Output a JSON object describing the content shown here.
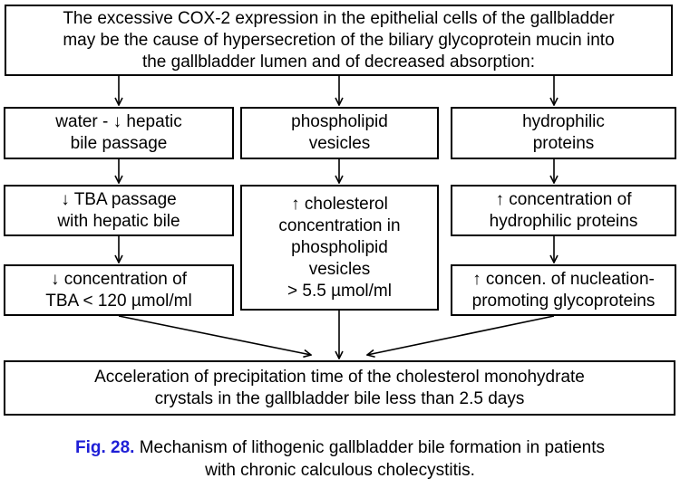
{
  "title_box": {
    "line1": "The excessive COX-2 expression in the epithelial cells of the gallbladder",
    "line2": "may be the cause of hypersecretion of the biliary glycoprotein mucin into",
    "line3": "the gallbladder lumen and of decreased absorption:"
  },
  "columns": [
    {
      "header": {
        "line1": "water - ↓ hepatic",
        "line2": "bile passage"
      },
      "step1": {
        "line1": "↓ TBA passage",
        "line2": "with hepatic bile"
      },
      "step2": {
        "line1": "↓ concentration of",
        "line2": "TBA < 120 µmol/ml"
      }
    },
    {
      "header": {
        "line1": "phospholipid",
        "line2": "vesicles"
      },
      "step1": {
        "line1": "↑ cholesterol",
        "line2": "concentration in",
        "line3": "phospholipid",
        "line4": "vesicles",
        "line5": "> 5.5 µmol/ml"
      }
    },
    {
      "header": {
        "line1": "hydrophilic",
        "line2": "proteins"
      },
      "step1": {
        "line1": "↑ concentration of",
        "line2": "hydrophilic proteins"
      },
      "step2": {
        "line1": "↑ concen. of nucleation-",
        "line2": "promoting glycoproteins"
      }
    }
  ],
  "result_box": {
    "line1": "Acceleration of precipitation time of the cholesterol monohydrate",
    "line2": "crystals in the gallbladder bile less than 2.5 days"
  },
  "caption": {
    "label": "Fig. 28.",
    "line1_text": " Mechanism of lithogenic gallbladder bile formation in patients",
    "line2": "with chronic calculous cholecystitis."
  },
  "colors": {
    "caption_label": "#1f1fd6",
    "box_border": "#000000"
  }
}
